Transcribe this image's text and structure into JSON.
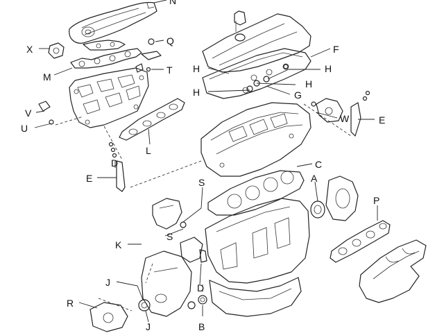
{
  "diagram": {
    "colors": {
      "line": "#222222",
      "background": "#ffffff"
    },
    "callouts": {
      "N": "N",
      "X": "X",
      "M": "M",
      "Q": "Q",
      "T": "T",
      "F": "F",
      "H": "H",
      "G": "G",
      "V": "V",
      "U": "U",
      "L": "L",
      "W": "W",
      "E": "E",
      "D": "D",
      "C": "C",
      "A": "A",
      "S": "S",
      "P": "P",
      "K": "K",
      "J": "J",
      "R": "R",
      "B": "B"
    }
  }
}
